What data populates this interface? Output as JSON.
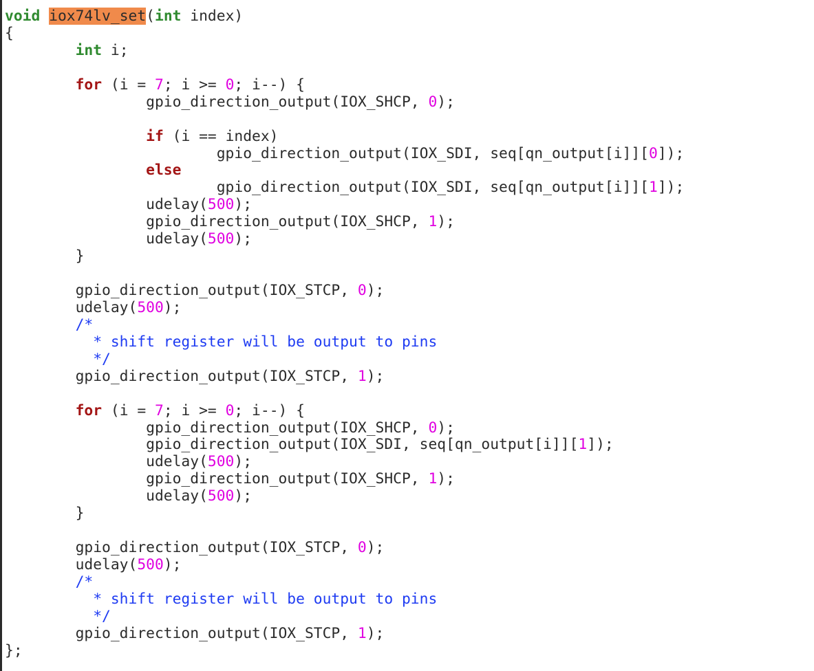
{
  "editor": {
    "highlight_color": "#f08a4b",
    "colors": {
      "keyword": "#a31515",
      "type": "#2f8a2f",
      "number": "#e000e0",
      "comment": "#1e3bf2",
      "text": "#2b2b2b"
    },
    "lines": [
      [
        {
          "t": "void",
          "c": "ty"
        },
        {
          "t": " "
        },
        {
          "t": "iox74lv_set",
          "c": "hl"
        },
        {
          "t": "("
        },
        {
          "t": "int",
          "c": "ty"
        },
        {
          "t": " index)"
        }
      ],
      [
        {
          "t": "{"
        }
      ],
      [
        {
          "t": "        "
        },
        {
          "t": "int",
          "c": "ty"
        },
        {
          "t": " i;"
        }
      ],
      [
        {
          "t": ""
        }
      ],
      [
        {
          "t": "        "
        },
        {
          "t": "for",
          "c": "kw"
        },
        {
          "t": " (i = "
        },
        {
          "t": "7",
          "c": "num"
        },
        {
          "t": "; i >= "
        },
        {
          "t": "0",
          "c": "num"
        },
        {
          "t": "; i--) {"
        }
      ],
      [
        {
          "t": "                gpio_direction_output(IOX_SHCP, "
        },
        {
          "t": "0",
          "c": "num"
        },
        {
          "t": ");"
        }
      ],
      [
        {
          "t": ""
        }
      ],
      [
        {
          "t": "                "
        },
        {
          "t": "if",
          "c": "kw"
        },
        {
          "t": " (i == index)"
        }
      ],
      [
        {
          "t": "                        gpio_direction_output(IOX_SDI, seq[qn_output[i]]["
        },
        {
          "t": "0",
          "c": "num"
        },
        {
          "t": "]);"
        }
      ],
      [
        {
          "t": "                "
        },
        {
          "t": "else",
          "c": "kw"
        }
      ],
      [
        {
          "t": "                        gpio_direction_output(IOX_SDI, seq[qn_output[i]]["
        },
        {
          "t": "1",
          "c": "num"
        },
        {
          "t": "]);"
        }
      ],
      [
        {
          "t": "                udelay("
        },
        {
          "t": "500",
          "c": "num"
        },
        {
          "t": ");"
        }
      ],
      [
        {
          "t": "                gpio_direction_output(IOX_SHCP, "
        },
        {
          "t": "1",
          "c": "num"
        },
        {
          "t": ");"
        }
      ],
      [
        {
          "t": "                udelay("
        },
        {
          "t": "500",
          "c": "num"
        },
        {
          "t": ");"
        }
      ],
      [
        {
          "t": "        }"
        }
      ],
      [
        {
          "t": ""
        }
      ],
      [
        {
          "t": "        gpio_direction_output(IOX_STCP, "
        },
        {
          "t": "0",
          "c": "num"
        },
        {
          "t": ");"
        }
      ],
      [
        {
          "t": "        udelay("
        },
        {
          "t": "500",
          "c": "num"
        },
        {
          "t": ");"
        }
      ],
      [
        {
          "t": "        /*",
          "c": "com"
        }
      ],
      [
        {
          "t": "          * shift register will be output to pins",
          "c": "com"
        }
      ],
      [
        {
          "t": "          */",
          "c": "com"
        }
      ],
      [
        {
          "t": "        gpio_direction_output(IOX_STCP, "
        },
        {
          "t": "1",
          "c": "num"
        },
        {
          "t": ");"
        }
      ],
      [
        {
          "t": ""
        }
      ],
      [
        {
          "t": "        "
        },
        {
          "t": "for",
          "c": "kw"
        },
        {
          "t": " (i = "
        },
        {
          "t": "7",
          "c": "num"
        },
        {
          "t": "; i >= "
        },
        {
          "t": "0",
          "c": "num"
        },
        {
          "t": "; i--) {"
        }
      ],
      [
        {
          "t": "                gpio_direction_output(IOX_SHCP, "
        },
        {
          "t": "0",
          "c": "num"
        },
        {
          "t": ");"
        }
      ],
      [
        {
          "t": "                gpio_direction_output(IOX_SDI, seq[qn_output[i]]["
        },
        {
          "t": "1",
          "c": "num"
        },
        {
          "t": "]);"
        }
      ],
      [
        {
          "t": "                udelay("
        },
        {
          "t": "500",
          "c": "num"
        },
        {
          "t": ");"
        }
      ],
      [
        {
          "t": "                gpio_direction_output(IOX_SHCP, "
        },
        {
          "t": "1",
          "c": "num"
        },
        {
          "t": ");"
        }
      ],
      [
        {
          "t": "                udelay("
        },
        {
          "t": "500",
          "c": "num"
        },
        {
          "t": ");"
        }
      ],
      [
        {
          "t": "        }"
        }
      ],
      [
        {
          "t": ""
        }
      ],
      [
        {
          "t": "        gpio_direction_output(IOX_STCP, "
        },
        {
          "t": "0",
          "c": "num"
        },
        {
          "t": ");"
        }
      ],
      [
        {
          "t": "        udelay("
        },
        {
          "t": "500",
          "c": "num"
        },
        {
          "t": ");"
        }
      ],
      [
        {
          "t": "        /*",
          "c": "com"
        }
      ],
      [
        {
          "t": "          * shift register will be output to pins",
          "c": "com"
        }
      ],
      [
        {
          "t": "          */",
          "c": "com"
        }
      ],
      [
        {
          "t": "        gpio_direction_output(IOX_STCP, "
        },
        {
          "t": "1",
          "c": "num"
        },
        {
          "t": ");"
        }
      ],
      [
        {
          "t": "};"
        }
      ]
    ]
  }
}
